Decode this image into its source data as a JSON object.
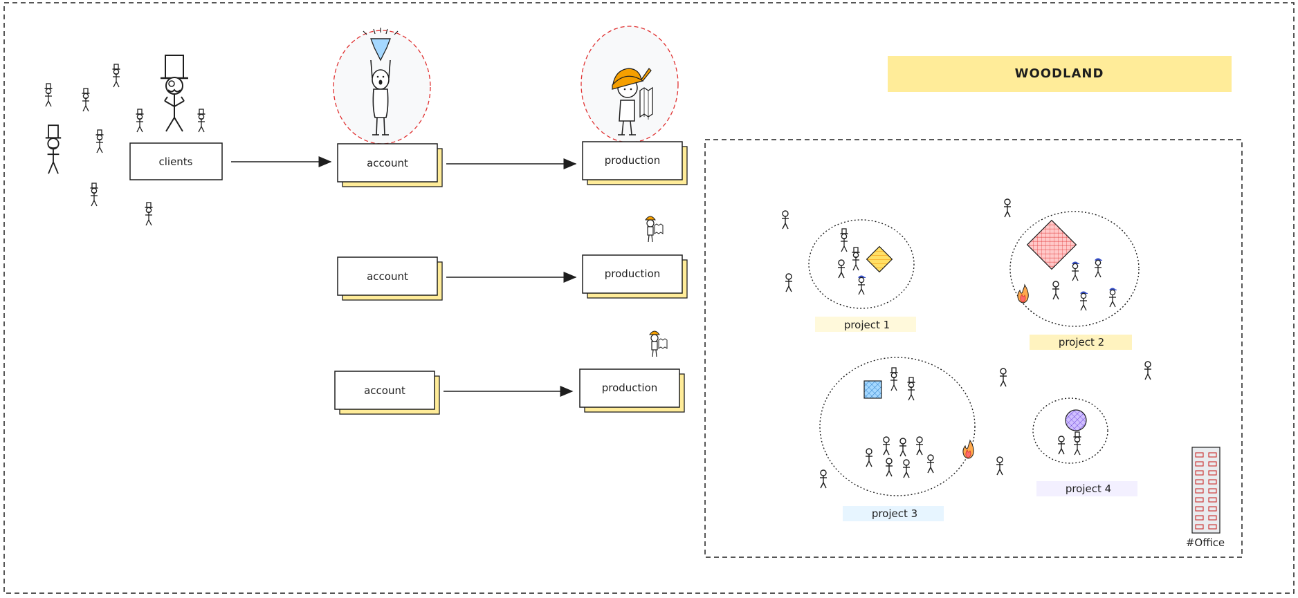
{
  "title": "WOODLAND",
  "office_label": "#Office",
  "clients_label": "clients",
  "rows": [
    {
      "account": "account",
      "production": "production"
    },
    {
      "account": "account",
      "production": "production"
    },
    {
      "account": "account",
      "production": "production"
    }
  ],
  "projects": [
    {
      "label": "project 1"
    },
    {
      "label": "project 2"
    },
    {
      "label": "project 3"
    },
    {
      "label": "project 4"
    }
  ],
  "colors": {
    "stroke": "#1e1e1e",
    "title_fill": "#ffec99",
    "stack_shadow": "#ffec99",
    "halo": "#e03131",
    "helmet": "#f59f00",
    "project1_tag": "#fff9db",
    "project2_tag": "#fff3bf",
    "project3_tag": "#e7f5ff",
    "project4_tag": "#f3f0ff",
    "project1_tile": "#ffd43b",
    "project2_tile": "#ffc9c9",
    "project3_tile": "#a5d8ff",
    "project4_tile": "#d0bfff",
    "building": "#c92a2a"
  }
}
